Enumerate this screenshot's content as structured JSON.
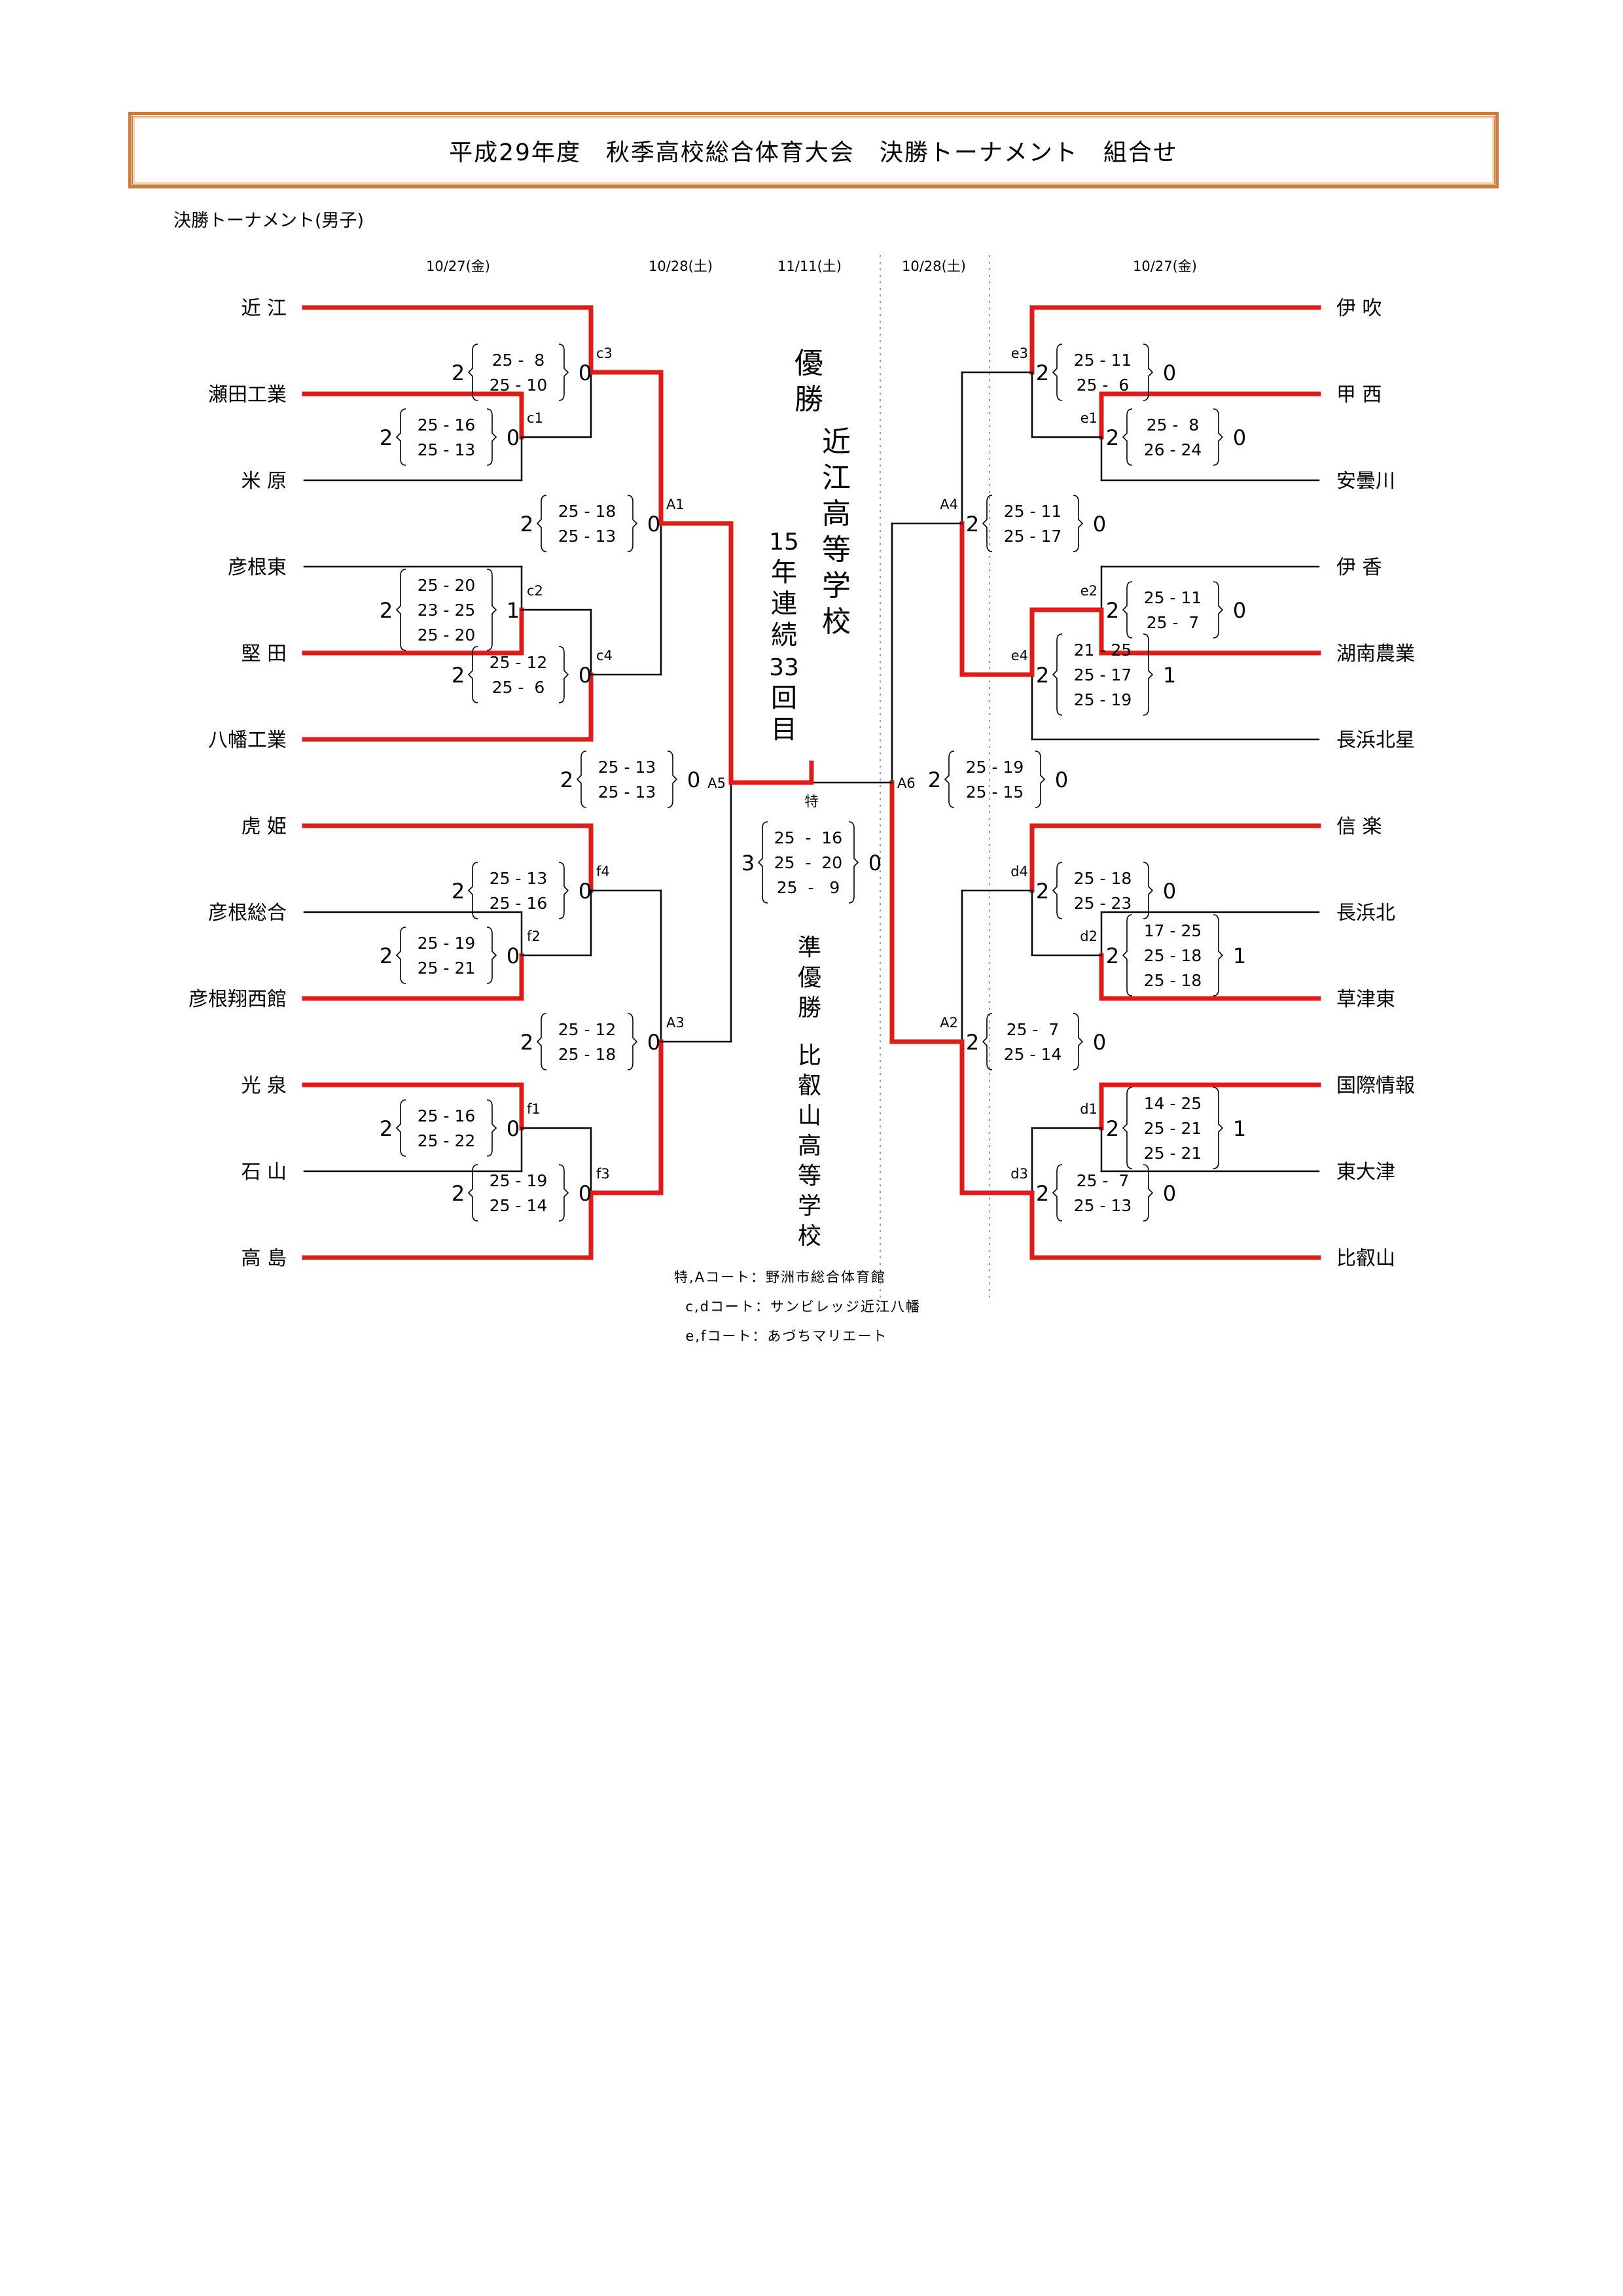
{
  "header": {
    "title": "平成29年度　秋季高校総合体育大会　決勝トーナメント　組合せ",
    "subtitle": "決勝トーナメント(男子)"
  },
  "colors": {
    "winner_line": "#e21a1a",
    "loser_line": "#000000",
    "title_border": "#d07a35",
    "divider": "#9a9a9a"
  },
  "dates": {
    "left_r1": "10/27(金)",
    "left_r2": "10/28(土)",
    "final": "11/11(土)",
    "right_r2": "10/28(土)",
    "right_r1": "10/27(金)"
  },
  "teams_left": [
    "近 江",
    "瀬田工業",
    "米 原",
    "彦根東",
    "堅 田",
    "八幡工業",
    "虎 姫",
    "彦根総合",
    "彦根翔西館",
    "光 泉",
    "石 山",
    "高 島"
  ],
  "teams_right": [
    "伊 吹",
    "甲 西",
    "安曇川",
    "伊 香",
    "湖南農業",
    "長浜北星",
    "信 楽",
    "長浜北",
    "草津東",
    "国際情報",
    "東大津",
    "比叡山"
  ],
  "matches": [
    {
      "id": "c1",
      "side": "left",
      "winner": "瀬田工業",
      "score_w": 2,
      "score_l": 0,
      "sets": [
        "25 - 16",
        "25 - 13"
      ]
    },
    {
      "id": "c3",
      "side": "left",
      "winner": "近 江",
      "score_w": 2,
      "score_l": 0,
      "sets": [
        "25 -  8",
        "25 - 10"
      ]
    },
    {
      "id": "c2",
      "side": "left",
      "winner": "堅 田",
      "score_w": 2,
      "score_l": 1,
      "sets": [
        "25 - 20",
        "23 - 25",
        "25 - 20"
      ]
    },
    {
      "id": "c4",
      "side": "left",
      "winner": "八幡工業",
      "score_w": 2,
      "score_l": 0,
      "sets": [
        "25 - 12",
        "25 -  6"
      ]
    },
    {
      "id": "A1",
      "side": "left",
      "winner": "近 江",
      "score_w": 2,
      "score_l": 0,
      "sets": [
        "25 - 18",
        "25 - 13"
      ]
    },
    {
      "id": "f2",
      "side": "left",
      "winner": "彦根翔西館",
      "score_w": 2,
      "score_l": 0,
      "sets": [
        "25 - 19",
        "25 - 21"
      ]
    },
    {
      "id": "f4",
      "side": "left",
      "winner": "虎 姫",
      "score_w": 2,
      "score_l": 0,
      "sets": [
        "25 - 13",
        "25 - 16"
      ]
    },
    {
      "id": "f1",
      "side": "left",
      "winner": "光 泉",
      "score_w": 2,
      "score_l": 0,
      "sets": [
        "25 - 16",
        "25 - 22"
      ]
    },
    {
      "id": "f3",
      "side": "left",
      "winner": "高 島",
      "score_w": 2,
      "score_l": 0,
      "sets": [
        "25 - 19",
        "25 - 14"
      ]
    },
    {
      "id": "A3",
      "side": "left",
      "winner": "高 島",
      "score_w": 2,
      "score_l": 0,
      "sets": [
        "25 - 12",
        "25 - 18"
      ]
    },
    {
      "id": "A5",
      "side": "left",
      "winner": "近 江",
      "score_w": 2,
      "score_l": 0,
      "sets": [
        "25 - 13",
        "25 - 13"
      ]
    },
    {
      "id": "e3",
      "side": "right",
      "winner": "伊 吹",
      "score_w": 2,
      "score_l": 0,
      "sets": [
        "25 - 11",
        "25 -  6"
      ]
    },
    {
      "id": "e1",
      "side": "right",
      "winner": "甲 西",
      "score_w": 2,
      "score_l": 0,
      "sets": [
        "25 -  8",
        "26 - 24"
      ]
    },
    {
      "id": "A4",
      "side": "right",
      "winner": "湖南農業",
      "score_w": 2,
      "score_l": 0,
      "sets": [
        "25 - 11",
        "25 - 17"
      ]
    },
    {
      "id": "e2",
      "side": "right",
      "winner": "湖南農業",
      "score_w": 2,
      "score_l": 0,
      "sets": [
        "25 - 11",
        "25 -  7"
      ]
    },
    {
      "id": "e4",
      "side": "right",
      "winner": "湖南農業",
      "score_w": 2,
      "score_l": 1,
      "sets": [
        "21 - 25",
        "25 - 17",
        "25 - 19"
      ]
    },
    {
      "id": "A6",
      "side": "right",
      "winner": "比叡山",
      "score_w": 2,
      "score_l": 0,
      "sets": [
        "25 - 19",
        "25 - 15"
      ]
    },
    {
      "id": "d4",
      "side": "right",
      "winner": "信 楽",
      "score_w": 2,
      "score_l": 0,
      "sets": [
        "25 - 18",
        "25 - 23"
      ]
    },
    {
      "id": "d2",
      "side": "right",
      "winner": "草津東",
      "score_w": 2,
      "score_l": 1,
      "sets": [
        "17 - 25",
        "25 - 18",
        "25 - 18"
      ]
    },
    {
      "id": "A2",
      "side": "right",
      "winner": "比叡山",
      "score_w": 2,
      "score_l": 0,
      "sets": [
        "25 -  7",
        "25 - 14"
      ]
    },
    {
      "id": "d1",
      "side": "right",
      "winner": "国際情報",
      "score_w": 2,
      "score_l": 1,
      "sets": [
        "14 - 25",
        "25 - 21",
        "25 - 21"
      ]
    },
    {
      "id": "d3",
      "side": "right",
      "winner": "比叡山",
      "score_w": 2,
      "score_l": 0,
      "sets": [
        "25 -  7",
        "25 - 13"
      ]
    }
  ],
  "final": {
    "id": "特",
    "winner": "近 江",
    "score_w": 3,
    "score_l": 0,
    "sets": [
      "25  -  16",
      "25  -  20",
      "25  -   9"
    ]
  },
  "champion": {
    "label": "優勝",
    "school": "近江高等学校",
    "note": "15年連続33回目"
  },
  "runner_up": {
    "label": "準優勝",
    "school": "比叡山高等学校"
  },
  "legend": [
    "特,Aコート：野洲市総合体育館",
    "  c,dコート：サンビレッジ近江八幡",
    "  e,fコート：あづちマリエート"
  ]
}
